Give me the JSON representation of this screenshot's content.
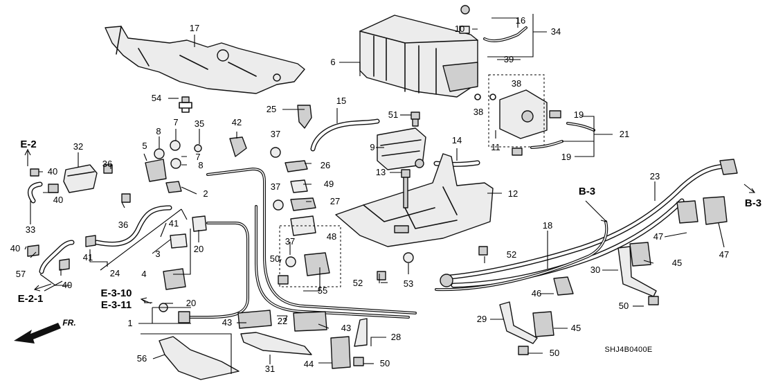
{
  "diagram": {
    "code": "SHJ4B0400E",
    "front_marker": "FR.",
    "references": {
      "e2": "E-2",
      "e21": "E-2-1",
      "e310": "E-3-10",
      "e311": "E-3-11",
      "b3_center": "B-3",
      "b3_right": "B-3"
    },
    "callouts": [
      {
        "id": "p17",
        "text": "17"
      },
      {
        "id": "p54",
        "text": "54"
      },
      {
        "id": "p10",
        "text": "10"
      },
      {
        "id": "p16",
        "text": "16"
      },
      {
        "id": "p34",
        "text": "34"
      },
      {
        "id": "p6",
        "text": "6"
      },
      {
        "id": "p39",
        "text": "39"
      },
      {
        "id": "p38a",
        "text": "38"
      },
      {
        "id": "p38b",
        "text": "38"
      },
      {
        "id": "p15",
        "text": "15"
      },
      {
        "id": "p25",
        "text": "25"
      },
      {
        "id": "p51",
        "text": "51"
      },
      {
        "id": "p19a",
        "text": "19"
      },
      {
        "id": "p21",
        "text": "21"
      },
      {
        "id": "p19b",
        "text": "19"
      },
      {
        "id": "p11",
        "text": "11"
      },
      {
        "id": "p9",
        "text": "9"
      },
      {
        "id": "p14",
        "text": "14"
      },
      {
        "id": "p32",
        "text": "32"
      },
      {
        "id": "p8a",
        "text": "8"
      },
      {
        "id": "p7a",
        "text": "7"
      },
      {
        "id": "p35",
        "text": "35"
      },
      {
        "id": "p42",
        "text": "42"
      },
      {
        "id": "p37a",
        "text": "37"
      },
      {
        "id": "p26",
        "text": "26"
      },
      {
        "id": "p5",
        "text": "5"
      },
      {
        "id": "p7b",
        "text": "7"
      },
      {
        "id": "p8b",
        "text": "8"
      },
      {
        "id": "p40a",
        "text": "40"
      },
      {
        "id": "p40b",
        "text": "40"
      },
      {
        "id": "p36a",
        "text": "36"
      },
      {
        "id": "p2",
        "text": "2"
      },
      {
        "id": "p49",
        "text": "49"
      },
      {
        "id": "p37b",
        "text": "37"
      },
      {
        "id": "p13",
        "text": "13"
      },
      {
        "id": "p12",
        "text": "12"
      },
      {
        "id": "p23",
        "text": "23"
      },
      {
        "id": "p33",
        "text": "33"
      },
      {
        "id": "p36b",
        "text": "36"
      },
      {
        "id": "p27",
        "text": "27"
      },
      {
        "id": "p41a",
        "text": "41"
      },
      {
        "id": "p20a",
        "text": "20"
      },
      {
        "id": "p48",
        "text": "48"
      },
      {
        "id": "p18",
        "text": "18"
      },
      {
        "id": "p41b",
        "text": "41"
      },
      {
        "id": "p40c",
        "text": "40"
      },
      {
        "id": "p24",
        "text": "24"
      },
      {
        "id": "p3",
        "text": "3"
      },
      {
        "id": "p37c",
        "text": "37"
      },
      {
        "id": "p47a",
        "text": "47"
      },
      {
        "id": "p47b",
        "text": "47"
      },
      {
        "id": "p57",
        "text": "57"
      },
      {
        "id": "p40d",
        "text": "40"
      },
      {
        "id": "p50a",
        "text": "50"
      },
      {
        "id": "p52a",
        "text": "52"
      },
      {
        "id": "p45a",
        "text": "45"
      },
      {
        "id": "p30",
        "text": "30"
      },
      {
        "id": "p4",
        "text": "4"
      },
      {
        "id": "p55",
        "text": "55"
      },
      {
        "id": "p52b",
        "text": "52"
      },
      {
        "id": "p53",
        "text": "53"
      },
      {
        "id": "p46",
        "text": "46"
      },
      {
        "id": "p20b",
        "text": "20"
      },
      {
        "id": "p1",
        "text": "1"
      },
      {
        "id": "p22",
        "text": "22"
      },
      {
        "id": "p50b",
        "text": "50"
      },
      {
        "id": "p43a",
        "text": "43"
      },
      {
        "id": "p43b",
        "text": "43"
      },
      {
        "id": "p29",
        "text": "29"
      },
      {
        "id": "p45b",
        "text": "45"
      },
      {
        "id": "p28",
        "text": "28"
      },
      {
        "id": "p56",
        "text": "56"
      },
      {
        "id": "p31",
        "text": "31"
      },
      {
        "id": "p44",
        "text": "44"
      },
      {
        "id": "p50c",
        "text": "50"
      },
      {
        "id": "p50d",
        "text": "50"
      }
    ]
  }
}
